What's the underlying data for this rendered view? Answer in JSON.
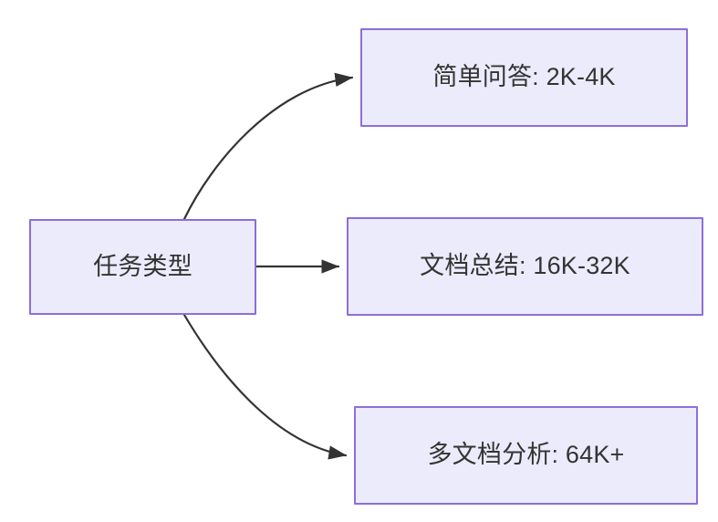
{
  "diagram": {
    "type": "flowchart",
    "direction": "left-to-right",
    "background_color": "#ffffff",
    "node_fill_color": "#ecebfb",
    "node_border_color": "#8c6fd8",
    "node_text_color": "#333333",
    "edge_color": "#333333",
    "nodes": [
      {
        "id": "source",
        "label": "任务类型",
        "role": "root"
      },
      {
        "id": "simple_qa",
        "label": "简单问答: 2K-4K",
        "role": "leaf"
      },
      {
        "id": "doc_summary",
        "label": "文档总结: 16K-32K",
        "role": "leaf"
      },
      {
        "id": "multi_doc",
        "label": "多文档分析: 64K+",
        "role": "leaf"
      }
    ],
    "edges": [
      {
        "id": "edge-1",
        "from": "source",
        "to": "simple_qa",
        "style": "curved",
        "arrowhead": "solid-triangle"
      },
      {
        "id": "edge-2",
        "from": "source",
        "to": "doc_summary",
        "style": "straight",
        "arrowhead": "solid-triangle"
      },
      {
        "id": "edge-3",
        "from": "source",
        "to": "multi_doc",
        "style": "curved",
        "arrowhead": "solid-triangle"
      }
    ]
  }
}
